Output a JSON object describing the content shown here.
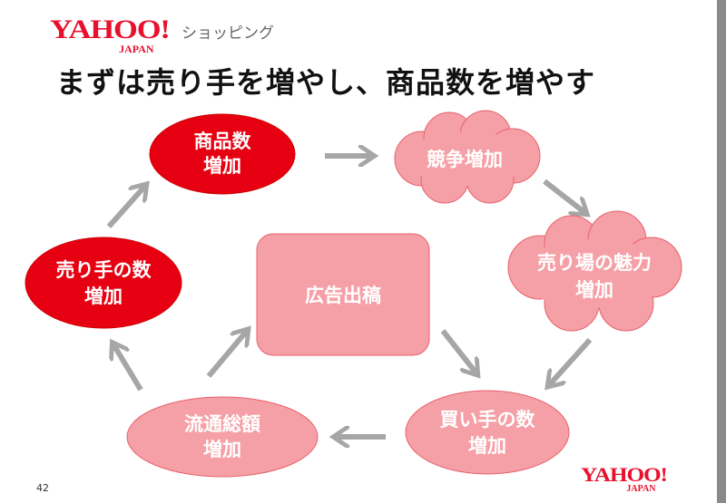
{
  "header": {
    "logo_text": "YAHOO!",
    "logo_sub": "JAPAN",
    "service": "ショッピング",
    "title": "まずは売り手を増やし、商品数を増やす"
  },
  "nodes": {
    "products": [
      "商品数",
      "増加"
    ],
    "competition": [
      "競争増加"
    ],
    "appeal": [
      "売り場の魅力",
      "増加"
    ],
    "buyers": [
      "買い手の数",
      "増加"
    ],
    "gmv": [
      "流通総額",
      "増加"
    ],
    "sellers": [
      "売り手の数",
      "増加"
    ],
    "ads": [
      "広告出稿"
    ]
  },
  "colors": {
    "red": "#e60012",
    "pink": "#f5a0a6",
    "arrow": "#a6a6a6"
  },
  "footer": {
    "page_number": "42",
    "logo_text": "YAHOO!",
    "logo_sub": "JAPAN"
  }
}
